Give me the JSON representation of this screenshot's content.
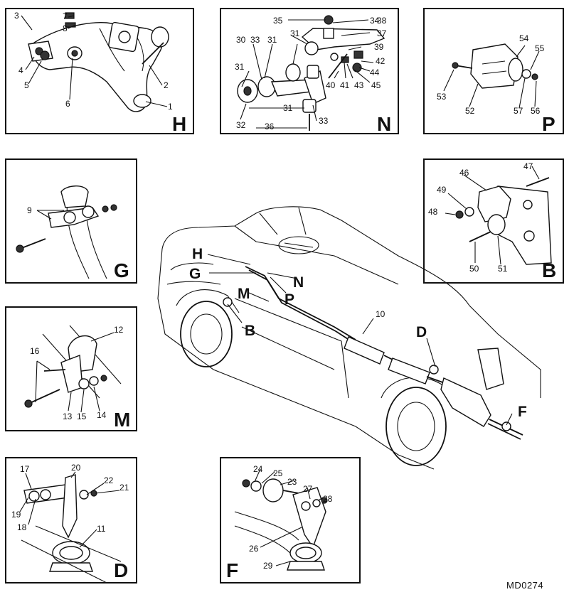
{
  "panels": {
    "H": {
      "letter": "H",
      "numbers": [
        "7",
        "8",
        "3",
        "4",
        "5",
        "6",
        "2",
        "1"
      ]
    },
    "N": {
      "letter": "N",
      "numbers": [
        "35",
        "34",
        "38",
        "31",
        "37",
        "30",
        "33",
        "31",
        "39",
        "42",
        "31",
        "44",
        "40",
        "41",
        "43",
        "45",
        "31",
        "32",
        "33",
        "36"
      ]
    },
    "P": {
      "letter": "P",
      "numbers": [
        "54",
        "55",
        "53",
        "52",
        "57",
        "56"
      ]
    },
    "G": {
      "letter": "G",
      "numbers": [
        "9"
      ]
    },
    "B": {
      "letter": "B",
      "numbers": [
        "46",
        "47",
        "49",
        "48",
        "50",
        "51"
      ]
    },
    "M": {
      "letter": "M",
      "numbers": [
        "12",
        "16",
        "13",
        "15",
        "14"
      ]
    },
    "D": {
      "letter": "D",
      "numbers": [
        "17",
        "20",
        "22",
        "21",
        "19",
        "18",
        "11"
      ]
    },
    "F": {
      "letter": "F",
      "numbers": [
        "24",
        "25",
        "23",
        "27",
        "28",
        "26",
        "29"
      ]
    }
  },
  "car_callouts": [
    "H",
    "G",
    "M",
    "N",
    "P",
    "B",
    "D",
    "F"
  ],
  "car_numbers": [
    "10"
  ],
  "reference": "MD0274"
}
